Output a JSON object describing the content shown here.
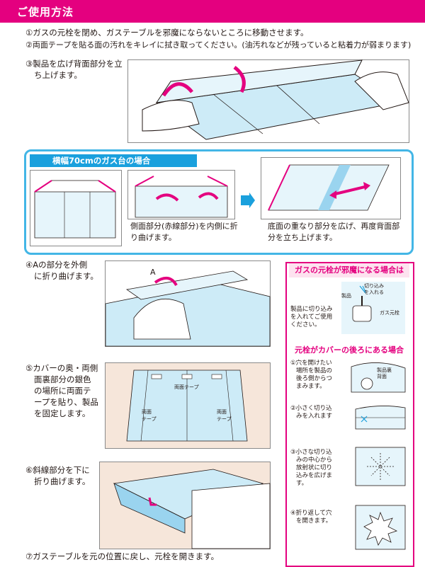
{
  "header": {
    "title": "ご使用方法"
  },
  "steps": {
    "s1": "①ガスの元栓を閉め、ガステーブルを邪魔にならないところに移動させます。",
    "s2": "②両面テープを貼る面の汚れをキレイに拭き取ってください。(油汚れなどが残っていると粘着力が弱まります)",
    "s3a": "③製品を広げ背面部分を立",
    "s3b": "ち上げます。",
    "s4a": "④Aの部分を外側",
    "s4b": "に折り曲げます。",
    "s5a": "⑤カバーの奥・両側",
    "s5b": "面裏部分の銀色",
    "s5c": "の場所に両面テ",
    "s5d": "ープを貼り、製品",
    "s5e": "を固定します。",
    "s6a": "⑥斜線部分を下に",
    "s6b": "折り曲げます。",
    "s7": "⑦ガステーブルを元の位置に戻し、元栓を開きます。"
  },
  "blue_section": {
    "title": "横幅70cmのガス台の場合",
    "caption1a": "側面部分(赤線部分)を内側に折",
    "caption1b": "り曲げます。",
    "caption2a": "底面の重なり部分を広げ、再度背面部",
    "caption2b": "分を立ち上げます。"
  },
  "labels": {
    "A": "A",
    "tape_center": "両面テープ",
    "tape_left_1": "両面",
    "tape_left_2": "テープ",
    "tape_right_1": "両面",
    "tape_right_2": "テープ"
  },
  "side": {
    "title1": "ガスの元栓が邪魔になる場合は",
    "cut_label_1": "切り込み",
    "cut_label_2": "を入れる",
    "product_label": "製品",
    "valve_label": "ガス元栓",
    "note1a": "製品に切り込み",
    "note1b": "を入れてご使用",
    "note1c": "ください。",
    "title2": "元栓がカバーの後ろにある場合",
    "i1a": "①穴を開けたい",
    "i1b": "場所を製品の",
    "i1c": "後ろ側からつ",
    "i1d": "まみます。",
    "i1_label_1": "製品裏",
    "i1_label_2": "背面",
    "i2a": "②小さく切り込",
    "i2b": "みを入れます",
    "i3a": "③小さな切り込",
    "i3b": "みの中心から",
    "i3c": "放射状に切り",
    "i3d": "込みを広げま",
    "i3e": "す。",
    "i4a": "④折り返して穴",
    "i4b": "を開きます。"
  },
  "colors": {
    "accent_pink": "#e4007f",
    "accent_blue": "#43b6e6",
    "light_blue": "#cdebf7",
    "floor_tan": "#f6e6da"
  }
}
